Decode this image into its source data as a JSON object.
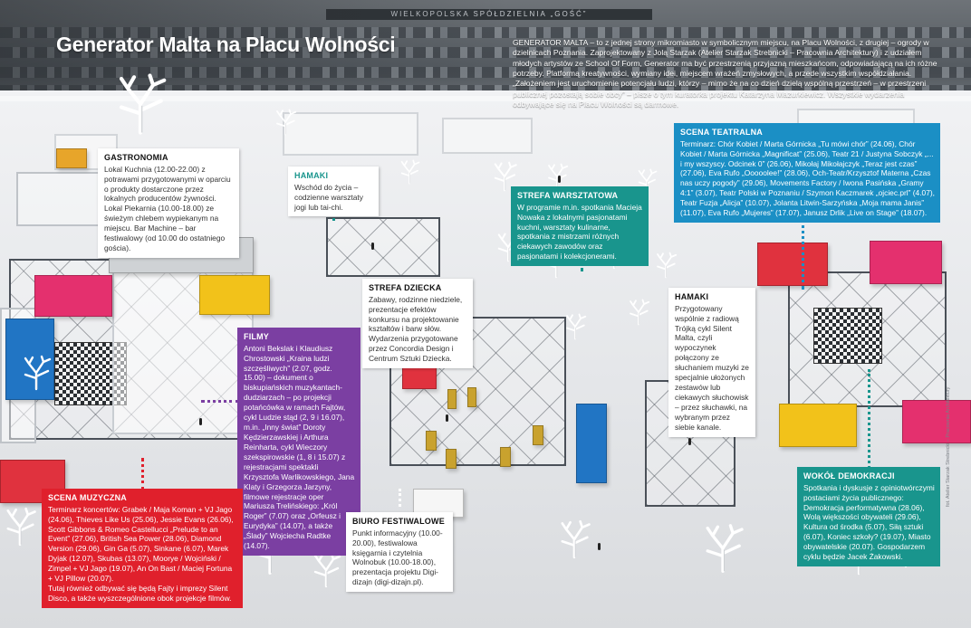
{
  "title": "Generator Malta na Placu Wolności",
  "intro": "GENERATOR MALTA – to z jednej strony mikromiasto w symbolicznym miejscu, na Placu Wolności, z drugiej – ogrody w dzielnicach Poznania. Zaprojektowany z Jolą Starzak (Atelier Starzak Strebnicki – Pracownia Architektury) i z udziałem młodych artystów ze School Of Form, Generator ma być przestrzenią przyjazną mieszkańcom, odpowiadającą na ich różne potrzeby. Platformą kreatywności, wymiany idei, miejscem wrażeń zmysłowych, a przede wszystkim współdziałania. „Założeniem jest uruchomienie potencjału ludzi, którzy – mimo że na co dzień dzielą wspólną przestrzeń – w przestrzeni publicznej pozostają sobie obcy” – pisze o tym kuratorka projektu Katarzyna Mazurkiewicz. Wszystkie wydarzenia odbywające się na Placu Wolności są darmowe.",
  "backdrop_sign": "WIELKOPOLSKA SPÓŁDZIELNIA „GOŚĆ”",
  "colors": {
    "teal": "#19958d",
    "blue": "#1b8fc5",
    "purple": "#7b3fa2",
    "red": "#e0202c",
    "pavilion_red": "#e0323e",
    "pavilion_pink": "#e4306e",
    "pavilion_yellow": "#f2c21a",
    "pavilion_blue": "#2175c4",
    "pavilion_orange": "#e7a52a"
  },
  "callouts": {
    "gastronomia": {
      "head": "GASTRONOMIA",
      "body": "Lokal Kuchnia (12.00-22.00) z potrawami przygotowanymi w oparciu o produkty dostarczone przez lokalnych producentów żywności. Lokal Piekarnia (10.00-18.00) ze świeżym chlebem wypiekanym na miejscu. Bar Machine – bar festiwalowy (od 10.00 do ostatniego gościa)."
    },
    "hamaki1": {
      "head": "HAMAKI",
      "body": "Wschód do życia – codzienne warsztaty jogi lub tai-chi."
    },
    "strefa_warsztatowa": {
      "head": "STREFA WARSZTATOWA",
      "body": "W programie m.in. spotkania Macieja Nowaka z lokalnymi pasjonatami kuchni, warsztaty kulinarne, spotkania z mistrzami różnych ciekawych zawodów oraz pasjonatami i kolekcjonerami."
    },
    "scena_teatralna": {
      "head": "SCENA TEATRALNA",
      "body": "Terminarz: Chór Kobiet / Marta Górnicka „Tu mówi chór” (24.06), Chór Kobiet / Marta Górnicka „Magnificat” (25.06), Teatr 21 / Justyna Sobczyk „... i my wszyscy. Odcinek 0” (26.06), Mikołaj Mikołajczyk „Teraz jest czas” (27.06), Eva Rufo „Ooooolee!” (28.06), Och-Teatr/Krzysztof Materna „Czas nas uczy pogody” (29.06), Movements Factory / Iwona Pasińska „Gramy 4:1” (3.07), Teatr Polski w Poznaniu / Szymon Kaczmarek „ojciec.prl” (4.07), Teatr Fuzja „Alicja” (10.07), Jolanta Litwin-Sarzyńska „Moja mama Janis” (11.07), Eva Rufo „Mujeres” (17.07), Janusz Drlik „Live on Stage” (18.07)."
    },
    "strefa_dziecka": {
      "head": "STREFA DZIECKA",
      "body": "Zabawy, rodzinne niedziele, prezentacje efektów konkursu na projektowanie kształtów i barw słów. Wydarzenia przygotowane przez Concordia Design i Centrum Sztuki Dziecka."
    },
    "hamaki2": {
      "head": "HAMAKI",
      "body": "Przygotowany wspólnie z radiową Trójką cykl Silent Malta, czyli wypoczynek połączony ze słuchaniem muzyki ze specjalnie ułożonych zestawów lub ciekawych słuchowisk – przez słuchawki, na wybranym przez siebie kanale."
    },
    "filmy": {
      "head": "FILMY",
      "body": "Antoni Bekslak i Klaudiusz Chrostowski „Kraina ludzi szczęśliwych” (2.07, godz. 15.00) – dokument o biskupiańskich muzykantach-dudziarzach – po projekcji potańcówka w ramach Fajtów, cykl Ludzie stąd (2, 9 i 16.07), m.in. „Inny świat” Doroty Kędzierzawskiej i Arthura Reinharta, cykl Wieczory szekspirowskie (1, 8 i 15.07) z rejestracjami spektakli Krzysztofa Warlikowskiego, Jana Klaty i Grzegorza Jarzyny, filmowe rejestracje oper Mariusza Trelińskiego: „Król Roger” (7.07) oraz „Orfeusz i Eurydyka” (14.07), a także „Ślady” Wojciecha Radtke (14.07)."
    },
    "scena_muzyczna": {
      "head": "SCENA MUZYCZNA",
      "body": "Terminarz koncertów: Grabek / Maja Koman + VJ Jago (24.06), Thieves Like Us (25.06), Jessie Evans (26.06), Scott Gibbons & Romeo Castellucci „Prelude to an Event” (27.06), British Sea Power (28.06), Diamond Version (29.06), Gin Ga (5.07), Sinkane (6.07), Marek Dyjak (12.07), Skubas (13.07), Moorye / Wojciński / Zimpel + VJ Jago (19.07), An On Bast / Maciej Fortuna + VJ Pillow (20.07).",
      "body2": "Tutaj również odbywać się będą Fajty i imprezy Silent Disco, a także wyszczególnione obok projekcje filmów."
    },
    "biuro": {
      "head": "BIURO FESTIWALOWE",
      "body": "Punkt informacyjny (10.00-20.00), festiwalowa księgarnia i czytelnia Wolnobuk (10.00-18.00), prezentacja projektu Digi-dizajn (digi-dizajn.pl)."
    },
    "wokol": {
      "head": "WOKÓŁ DEMOKRACJI",
      "body": "Spotkania i dyskusje z opiniotwórczymi postaciami życia publicznego: Demokracja performatywna (28.06), Wolą większości obywateli (29.06), Kultura od środka (5.07), Siłą sztuki (6.07), Koniec szkoły? (19.07), Miasto obywatelskie (20.07). Gospodarzem cyklu będzie Jacek Żakowski."
    }
  },
  "credit": "fot. Atelier Starzak Strebnicki – Pracownia Architektury"
}
